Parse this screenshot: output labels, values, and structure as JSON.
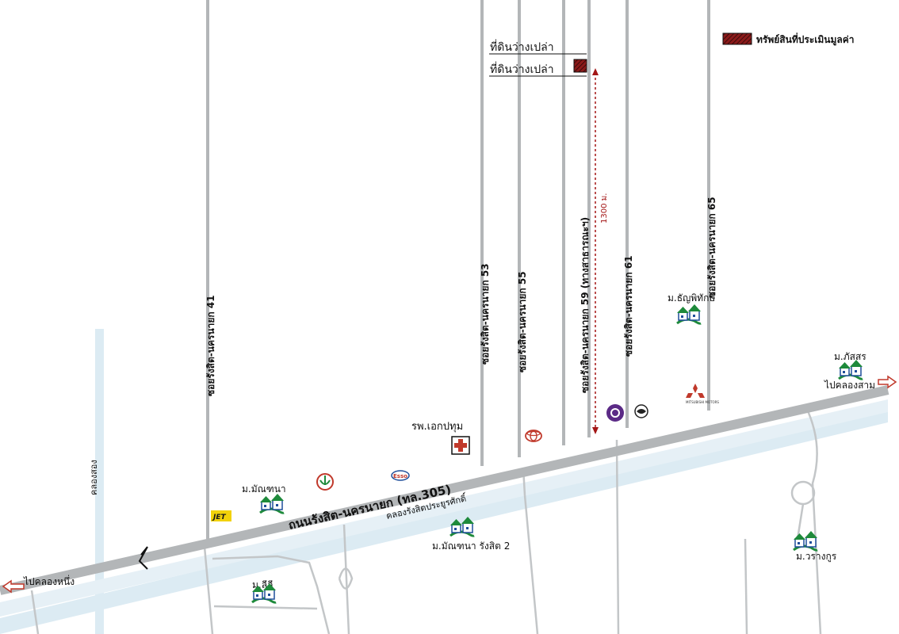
{
  "legend": {
    "label": "ทรัพย์สินที่ประเมินมูลค่า",
    "swatch_color": "#8b1a1a"
  },
  "main_road": "ถนนรังสิต-นครนายก (ทล.305)",
  "canals": {
    "main": "คลองรังสิตประยูรศักดิ์",
    "left": "คลองสอง"
  },
  "directions": {
    "left": "ไปคลองหนึ่ง",
    "right": "ไปคลองสาม"
  },
  "sois": {
    "s41": "ซอยรังสิต-นครนายก 41",
    "s53": "ซอยรังสิต-นครนายก 53",
    "s55": "ซอยรังสิต-นครนายก 55",
    "s59": "ซอยรังสิต-นครนายก 59 (ทางสาธารณะฯ)",
    "s61": "ซอยรังสิต-นครนายก 61",
    "s65": "ซอยรังสิต-นครนายก 65"
  },
  "distance": "1300 ม.",
  "plots": [
    "ที่ดินว่างเปล่า",
    "ที่ดินว่างเปล่า"
  ],
  "hospital": "รพ.เอกปทุม",
  "villages": {
    "manthana": "ม.มัณฑนา",
    "manthana2": "ม.มัณฑนา รังสิต 2",
    "lilee": "ม.ลีลี",
    "thanyapitak": "ม.ธัญพิทักษ์",
    "phatsorn": "ม.ภัสสร",
    "warangkul": "ม.วรางกูร"
  },
  "logos": {
    "jet": "JET",
    "esso": "Esso",
    "mitsubishi": "MITSUBISHI MOTORS"
  },
  "icon_names": [
    "jet-logo-icon",
    "kbank-logo-icon",
    "esso-logo-icon",
    "hospital-cross-icon",
    "toyota-logo-icon",
    "scb-logo-icon",
    "honda-logo-icon",
    "mitsubishi-logo-icon",
    "village-icon"
  ],
  "colors": {
    "road": "#b3b6b8",
    "canal": "#dcebf3",
    "property": "#8b1a1a",
    "distance_line": "#a31515",
    "village_green": "#1e8a3b",
    "village_blue": "#1f4e9a"
  }
}
